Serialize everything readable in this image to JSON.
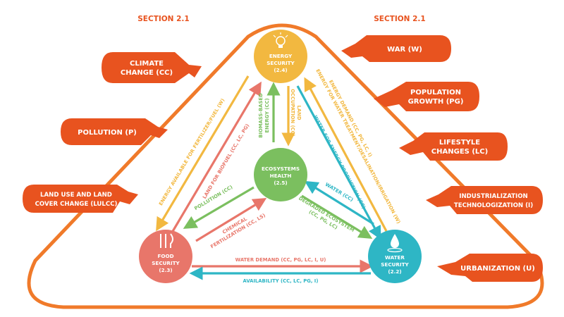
{
  "sections": {
    "left": "SECTION 2.1",
    "right": "SECTION 2.1"
  },
  "colors": {
    "orange": "#e8531f",
    "energy": "#f2b840",
    "ecosystem": "#7bbf5f",
    "food": "#e8766a",
    "water": "#2eb6c5",
    "frame": "#f07a2a"
  },
  "drivers": {
    "climate": [
      "CLIMATE",
      "CHANGE (CC)"
    ],
    "pollution": [
      "POLLUTION (P)"
    ],
    "landuse": [
      "LAND USE AND LAND",
      "COVER CHANGE (LULCC)"
    ],
    "war": [
      "WAR (W)"
    ],
    "population": [
      "POPULATION",
      "GROWTH (PG)"
    ],
    "lifestyle": [
      "LIFESTYLE",
      "CHANGES (LC)"
    ],
    "industrialization": [
      "INDUSTRIALIZATION",
      "TECHNOLOGIZATION (I)"
    ],
    "urbanization": [
      "URBANIZATION (U)"
    ]
  },
  "nodes": {
    "energy": {
      "line1": "ENERGY",
      "line2": "SECURITY",
      "line3": "(2.4)",
      "icon": "lightbulb-icon"
    },
    "ecosystem": {
      "line1": "ECOSYSTEMS",
      "line2": "HEALTH",
      "line3": "(2.5)"
    },
    "food": {
      "line1": "FOOD",
      "line2": "SECURITY",
      "line3": "(2.3)",
      "icon": "cutlery-icon"
    },
    "water": {
      "line1": "WATER",
      "line2": "SECURITY",
      "line3": "(2.2)",
      "icon": "water-drop-icon"
    }
  },
  "links": {
    "energy_for_fertilizer": "ENERGY AVAILABLE FOR FERTILIZER/FUEL (W)",
    "land_for_biofuel": "LAND FOR BIOFUEL (CC, LC, PG)",
    "biomass": [
      "BIOMASS-BASED",
      "ENERGY (CC)"
    ],
    "land_occupation": [
      "LAND",
      "OCCUPATION (CC)"
    ],
    "energy_demand": "ENERGY DEMAND (CC, PG, LC, I)",
    "energy_for_water": "ENERGY FOR WATER TREATMENT/DESALINATION/IRRIGATION (W)",
    "water_for_energy": "WATER FOR ENERGY PRODUCTION (CC)",
    "pollution_cc": "POLLUTION (CC)",
    "chemical_fert": [
      "CHEMICAL",
      "FERTILIZATION (CC, LS)"
    ],
    "water_cc": "WATER (CC)",
    "degraded": [
      "DEGRADED ECOSYSTEM",
      "(CC, PG, LC)"
    ],
    "water_demand": "WATER DEMAND (CC, PG, LC, I, U)",
    "availability": "AVAILABILITY (CC, LC, PG, I)"
  }
}
